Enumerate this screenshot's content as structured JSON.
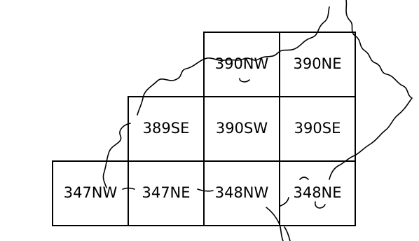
{
  "index_map": {
    "tiles": [
      {
        "row": 0,
        "col": 2,
        "label": "390NW"
      },
      {
        "row": 0,
        "col": 3,
        "label": "390NE"
      },
      {
        "row": 1,
        "col": 1,
        "label": "389SE"
      },
      {
        "row": 1,
        "col": 2,
        "label": "390SW"
      },
      {
        "row": 1,
        "col": 3,
        "label": "390SE"
      },
      {
        "row": 2,
        "col": 0,
        "label": "347NW"
      },
      {
        "row": 2,
        "col": 1,
        "label": "347NE"
      },
      {
        "row": 2,
        "col": 2,
        "label": "348NW"
      },
      {
        "row": 2,
        "col": 3,
        "label": "348NE"
      }
    ],
    "colors": {
      "line": "#000000",
      "background": "#ffffff"
    }
  }
}
